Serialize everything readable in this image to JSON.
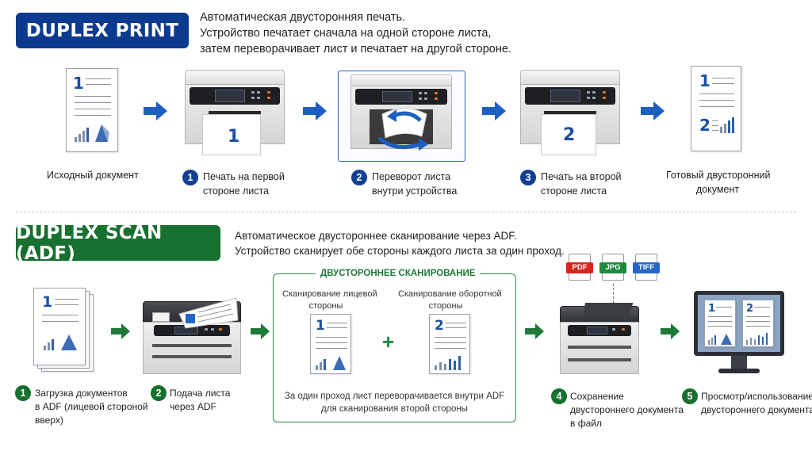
{
  "print_section": {
    "title": "DUPLEX PRINT",
    "description": [
      "Автоматическая двусторонняя печать.",
      "Устройство печатает сначала на одной стороне листа,",
      "затем переворачивает лист и печатает на другой стороне."
    ],
    "source_caption": "Исходный документ",
    "steps": [
      {
        "num": "1",
        "lines": [
          "Печать на первой",
          "стороне листа"
        ]
      },
      {
        "num": "2",
        "lines": [
          "Переворот листа",
          "внутри устройства"
        ]
      },
      {
        "num": "3",
        "lines": [
          "Печать на второй",
          "стороне листа"
        ]
      }
    ],
    "result_caption": [
      "Готовый двусторонний",
      "документ"
    ],
    "page_numbers": {
      "one": "1",
      "two": "2"
    }
  },
  "scan_section": {
    "title": "DUPLEX SCAN (ADF)",
    "description": [
      "Автоматическое двустороннее сканирование через ADF.",
      "Устройство сканирует обе стороны каждого листа за один проход."
    ],
    "box_title": "ДВУСТОРОННЕЕ СКАНИРОВАНИЕ",
    "front_caption": [
      "Сканирование лицевой",
      "стороны"
    ],
    "back_caption": [
      "Сканирование оборотной",
      "стороны"
    ],
    "box_note": [
      "За один проход лист переворачивается внутри ADF",
      "для сканирования второй стороны"
    ],
    "plus": "+",
    "steps": [
      {
        "num": "1",
        "lines": [
          "Загрузка документов",
          "в ADF (лицевой стороной",
          "вверх)"
        ]
      },
      {
        "num": "2",
        "lines": [
          "Подача листа",
          "через ADF"
        ]
      },
      {
        "num": "4",
        "lines": [
          "Сохранение",
          "двустороннего документа",
          "в файл"
        ]
      },
      {
        "num": "5",
        "lines": [
          "Просмотр/использование",
          "двустороннего документа"
        ]
      }
    ],
    "file_formats": [
      {
        "label": "PDF",
        "color": "#d7261e"
      },
      {
        "label": "JPG",
        "color": "#1f8a3e"
      },
      {
        "label": "TIFF",
        "color": "#2466c8"
      }
    ]
  },
  "colors": {
    "print_accent": "#0c3a8e",
    "scan_accent": "#17702f",
    "arrow_blue": "#1d5fc1",
    "arrow_green": "#1f7a3a"
  }
}
